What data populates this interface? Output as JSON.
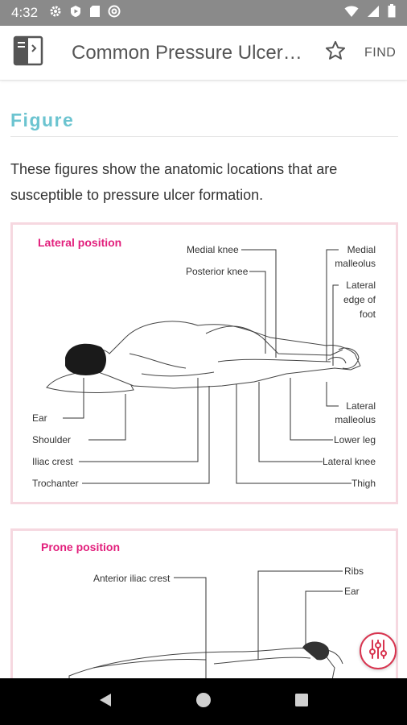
{
  "status_bar": {
    "time": "4:32"
  },
  "app_bar": {
    "title": "Common Pressure Ulcer Sites",
    "find_label": "FIND"
  },
  "section": {
    "heading": "Figure",
    "intro": "These figures show the anatomic locations that are susceptible to pressure ulcer formation."
  },
  "figure_lateral": {
    "title": "Lateral position",
    "labels": {
      "medial_knee": "Medial knee",
      "posterior_knee": "Posterior knee",
      "medial_malleolus_1": "Medial",
      "medial_malleolus_2": "malleolus",
      "lateral_edge_1": "Lateral",
      "lateral_edge_2": "edge of",
      "lateral_edge_3": "foot",
      "ear": "Ear",
      "shoulder": "Shoulder",
      "iliac_crest": "Iliac crest",
      "trochanter": "Trochanter",
      "lateral_malleolus_1": "Lateral",
      "lateral_malleolus_2": "malleolus",
      "lower_leg": "Lower leg",
      "lateral_knee": "Lateral knee",
      "thigh": "Thigh"
    }
  },
  "figure_prone": {
    "title": "Prone position",
    "labels": {
      "anterior_iliac_crest": "Anterior iliac crest",
      "ribs": "Ribs",
      "ear": "Ear"
    }
  }
}
